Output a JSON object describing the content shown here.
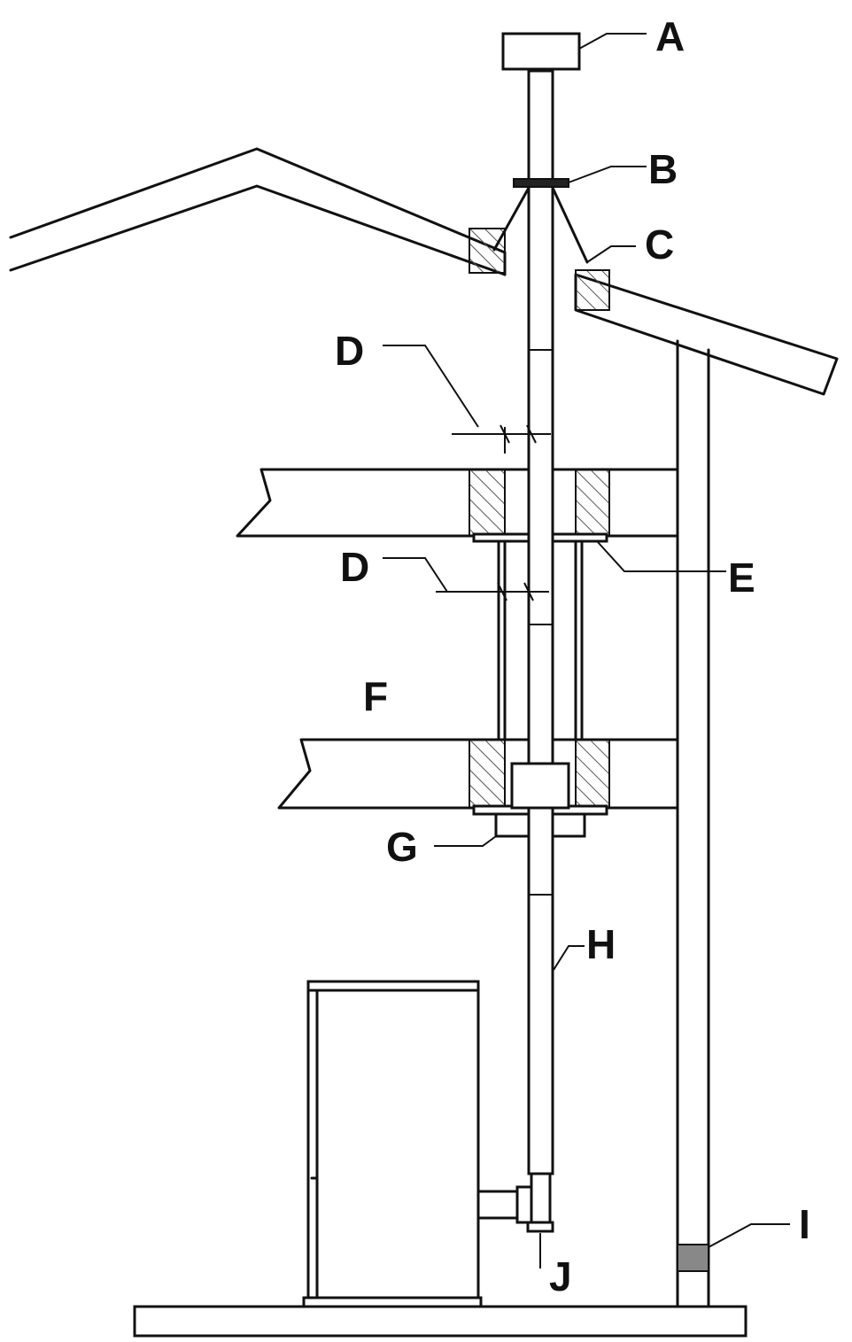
{
  "labels": {
    "a": "A",
    "b": "B",
    "c": "C",
    "d1": "D",
    "d2": "D",
    "e": "E",
    "f": "F",
    "g": "G",
    "h": "H",
    "i": "I",
    "j": "J"
  },
  "colors": {
    "line": "#111111",
    "background": "#ffffff",
    "hatch": "#555555",
    "sealing_band": "#888888"
  }
}
